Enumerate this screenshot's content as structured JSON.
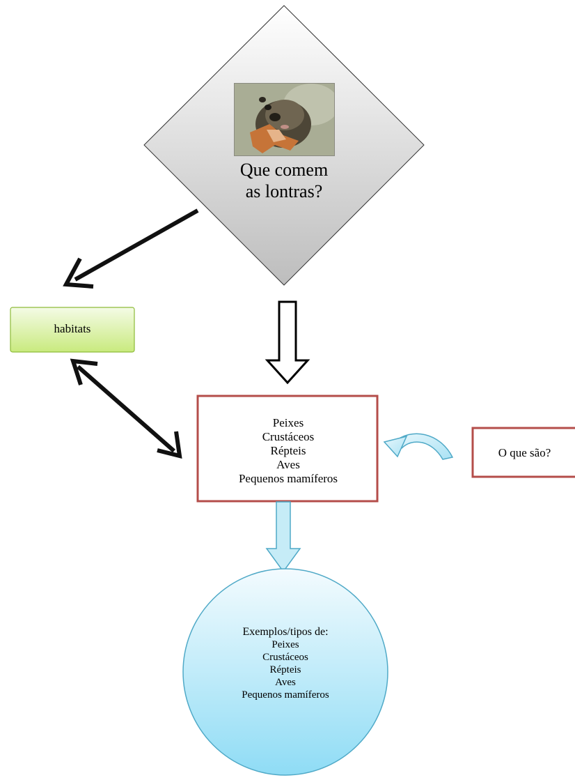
{
  "question": {
    "line1": "Que comem",
    "line2": "as lontras?",
    "image_subject": "otter-eating-crab"
  },
  "habitats_box": {
    "label": "habitats"
  },
  "food_box": {
    "items": [
      "Peixes",
      "Crustáceos",
      "Répteis",
      "Aves",
      "Pequenos mamíferos"
    ]
  },
  "what_box": {
    "label": "O que são?"
  },
  "examples_oval": {
    "title": "Exemplos/tipos de:",
    "items": [
      "Peixes",
      "Crustáceos",
      "Répteis",
      "Aves",
      "Pequenos mamíferos"
    ]
  },
  "colors": {
    "diamond_top": "#ffffff",
    "diamond_bottom": "#bdbdbd",
    "habitats_fill_top": "#f4fbe6",
    "habitats_fill_bottom": "#c9ea7e",
    "habitats_border": "#8dbb38",
    "food_border": "#b44d4a",
    "cyan_arrow_fill": "#c6ecf7",
    "cyan_arrow_stroke": "#4fa9c7",
    "oval_top": "#f3fbfe",
    "oval_bottom": "#8fdcf5"
  }
}
